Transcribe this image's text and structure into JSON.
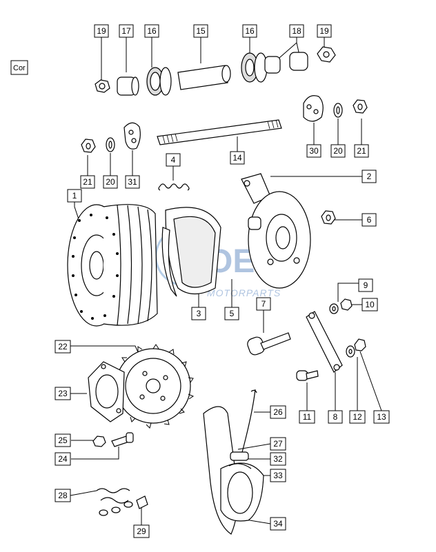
{
  "corner_tag": "Cor",
  "watermark": {
    "brand": "OEM",
    "sub": "MOTORPARTS"
  },
  "callouts": [
    "19",
    "17",
    "16",
    "15",
    "16",
    "18",
    "19",
    "30",
    "20",
    "21",
    "14",
    "21",
    "20",
    "31",
    "4",
    "2",
    "1",
    "6",
    "3",
    "5",
    "7",
    "9",
    "10",
    "22",
    "23",
    "25",
    "24",
    "26",
    "27",
    "32",
    "33",
    "34",
    "11",
    "8",
    "12",
    "13",
    "28",
    "29"
  ],
  "parts": {
    "nut": "hex-nut",
    "spacer": "spacer-sleeve",
    "bearing": "ball-bearing",
    "axle": "threaded-axle",
    "hub": "wheel-hub",
    "brake_plate": "brake-anchor-plate",
    "sprocket": "rear-sprocket",
    "chain_guard": "chain-guard",
    "chain": "drive-chain"
  }
}
